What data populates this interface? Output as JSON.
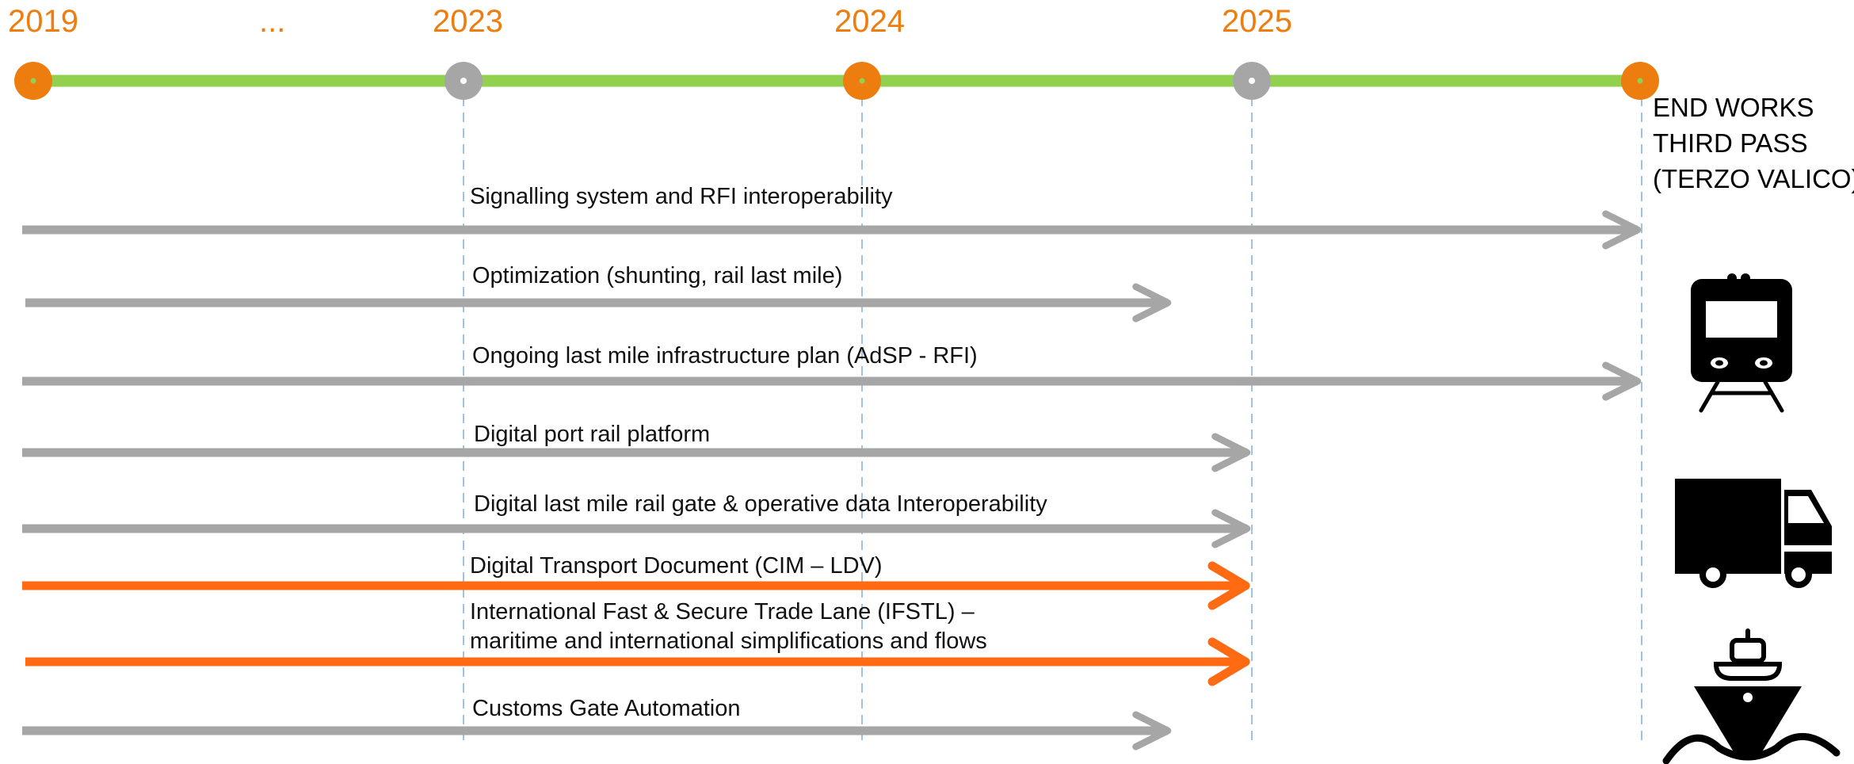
{
  "timeline": {
    "years": [
      {
        "label": "2019",
        "type": "milestone"
      },
      {
        "label": "...",
        "type": "gap"
      },
      {
        "label": "2023",
        "type": "checkpoint"
      },
      {
        "label": "2024",
        "type": "milestone"
      },
      {
        "label": "2025",
        "type": "checkpoint"
      },
      {
        "label": "",
        "type": "milestone"
      }
    ],
    "end_note": [
      "END WORKS",
      "THIRD PASS",
      "(TERZO VALICO)"
    ]
  },
  "activities": [
    {
      "label": [
        "Signalling system and RFI interoperability"
      ],
      "ends_at": "END WORKS",
      "highlight": false
    },
    {
      "label": [
        "Optimization (shunting, rail last mile)"
      ],
      "ends_at": "late 2024",
      "highlight": false
    },
    {
      "label": [
        "Ongoing last mile infrastructure plan (AdSP - RFI)"
      ],
      "ends_at": "END WORKS",
      "highlight": false
    },
    {
      "label": [
        "Digital port rail platform"
      ],
      "ends_at": "2025",
      "highlight": false
    },
    {
      "label": [
        "Digital last mile rail gate & operative data Interoperability"
      ],
      "ends_at": "2025",
      "highlight": false
    },
    {
      "label": [
        "Digital Transport Document (CIM – LDV)"
      ],
      "ends_at": "2025",
      "highlight": true
    },
    {
      "label": [
        "International Fast & Secure Trade Lane (IFSTL) –",
        "maritime and international simplifications and flows"
      ],
      "ends_at": "2025",
      "highlight": true
    },
    {
      "label": [
        "Customs Gate Automation"
      ],
      "ends_at": "late 2024",
      "highlight": false
    }
  ],
  "icons": [
    "train-icon",
    "truck-icon",
    "ship-icon"
  ],
  "colors": {
    "timeline_line": "#92D050",
    "milestone": "#ED7D0E",
    "checkpoint": "#A6A6A6",
    "arrow_default": "#A6A6A6",
    "arrow_highlight": "#FF6A13",
    "guide": "#9DC3E6"
  }
}
